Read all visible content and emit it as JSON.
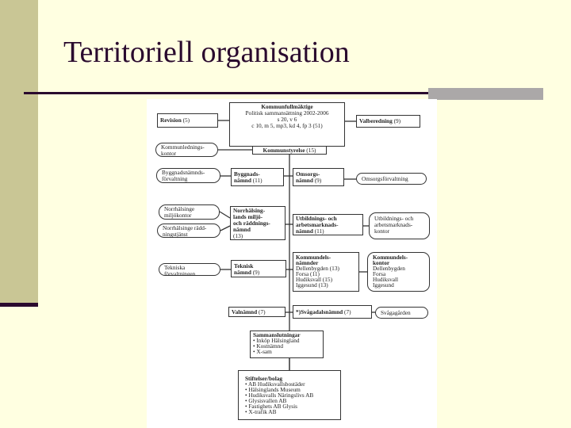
{
  "slide": {
    "title": "Territoriell organisation",
    "colors": {
      "background": "#FFFFE1",
      "sidebar": "#C9C695",
      "title": "#2A0A2E",
      "rule": "#2A0A2E",
      "rule_accent": "#ABA8A8"
    }
  },
  "org": {
    "fullmaktige": {
      "title": "Kommunfullmäktige",
      "text": "Politisk sammansättning 2002-2006\ns 20, v 6\nc 10, m 5, mp3,  kd 4, fp 3 (51)"
    },
    "revision": {
      "title": "Revision",
      "text": " (5)"
    },
    "valberedning": {
      "title": "Valberedning",
      "text": " (9)"
    },
    "kommunledningskontor": {
      "text": "Kommunlednings-\nkontor"
    },
    "kommunstyrelse": {
      "title": "Kommunstyrelse",
      "text": " (15)"
    },
    "byggforvaltning": {
      "text": "Byggnadsnämnds-\nförvaltning"
    },
    "byggnamnd": {
      "title": "Byggnads-\nnämnd",
      "text": " (11)"
    },
    "omsorgsnamnd": {
      "title": "Omsorgs-\nnämnd",
      "text": " (9)"
    },
    "omsorgsforvaltning": {
      "text": "Omsorgsförvaltning"
    },
    "miljokontor": {
      "text": "Norrhälsinge\nmiljökontor"
    },
    "raddningstjanst": {
      "text": "Norrhälsinge rädd-\nningstjänst"
    },
    "miljonamnd": {
      "title": "Norrhälsing-\nlands miljö-\noch räddnings-\nnämnd",
      "text": "(13)"
    },
    "utbildningsnamnd": {
      "title": "Utbildnings- och\narbetsmarknads-\nnämnd",
      "text": " (11)"
    },
    "utbildningskontor": {
      "text": "Utbildnings- och\narbetsmarknads-\nkontor"
    },
    "tekniskforvaltning": {
      "text": "Tekniska\nförvaltningen"
    },
    "teknisknamnd": {
      "title": "Teknisk\nnämnd",
      "text": " (9)"
    },
    "kommundelsnamnder": {
      "title": "Kommundels-\nnämnder",
      "text": "Dellenbygden (13)\nForsa (11)\nHudiksvall (15)\nIggesund (13)"
    },
    "kommundelskontor": {
      "title": "Kommundels-\nkontor",
      "text": "Dellenbygden\nForsa\nHudiksvall\nIggesund"
    },
    "valnamnd": {
      "title": "Valnämnd",
      "text": " (7)"
    },
    "svagadalsnamnd": {
      "title": "*)Svågadalsnämnd",
      "text": " (7)"
    },
    "svagagarden": {
      "text": "Svågagården"
    },
    "sammanslutningar": {
      "title": "Sammanslutningar",
      "text": "• Inköp Hälsingland\n• Kostnämnd\n• X-sam"
    },
    "stiftelser": {
      "title": "Stiftelser/bolag",
      "text": "• AB Hudiksvallsbostäder\n• Hälsinglands Museum\n• Hudiksvalls Näringslivs AB\n• Glysisvallen AB\n• Fastighets AB Glysis\n• X-trafik AB"
    }
  }
}
